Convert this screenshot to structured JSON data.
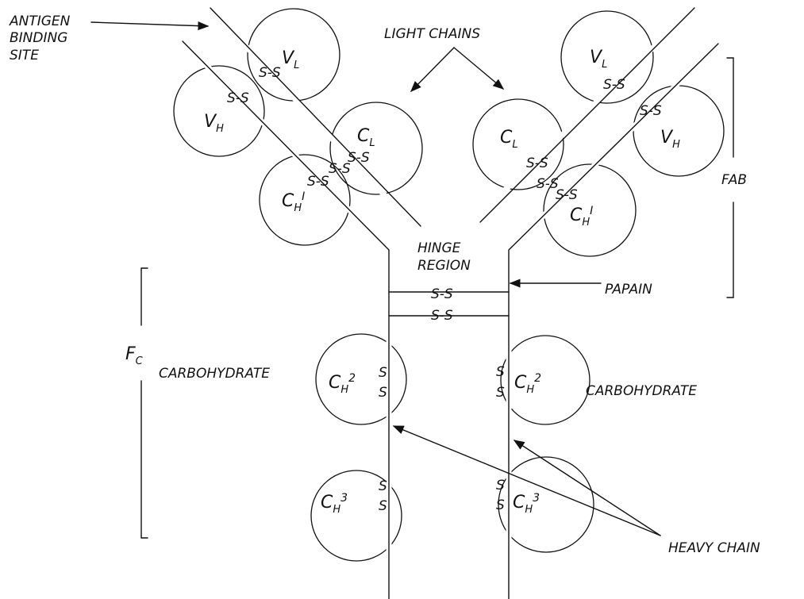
{
  "labels": {
    "antigen_binding_site": [
      "ANTIGEN",
      "BINDING",
      "SITE"
    ],
    "light_chains": "LIGHT CHAINS",
    "hinge_region": [
      "HINGE",
      "REGION"
    ],
    "papain": "PAPAIN",
    "fab": "FAB",
    "fc_main": "F",
    "fc_sub": "C",
    "carbohydrate": "CARBOHYDRATE",
    "heavy_chain": "HEAVY CHAIN"
  },
  "domains": {
    "v_l": {
      "main": "V",
      "sub": "L"
    },
    "v_h": {
      "main": "V",
      "sub": "H"
    },
    "c_l": {
      "main": "C",
      "sub": "L"
    },
    "c_h1": {
      "main": "C",
      "sub": "H",
      "sup": "I"
    },
    "c_h2": {
      "main": "C",
      "sub": "H",
      "sup": "2"
    },
    "c_h3": {
      "main": "C",
      "sub": "H",
      "sup": "3"
    }
  },
  "bonds": {
    "ss": "S-S",
    "s": "S"
  }
}
